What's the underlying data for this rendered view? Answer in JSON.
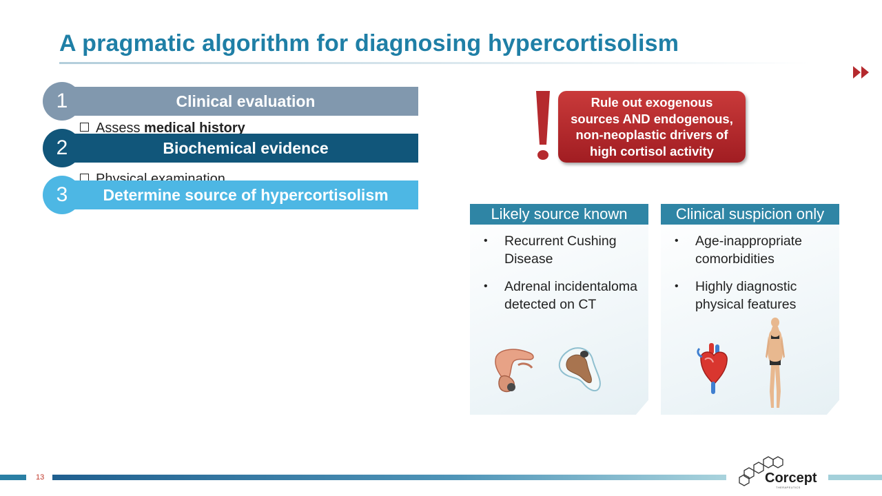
{
  "slide": {
    "title": "A pragmatic algorithm for diagnosing hypercortisolism",
    "page_number": "13"
  },
  "steps": [
    {
      "number": "1",
      "label": "Clinical evaluation",
      "color": "#8198ae"
    },
    {
      "number": "2",
      "label": "Biochemical evidence",
      "color": "#11567a"
    },
    {
      "number": "3",
      "label": "Determine source of hypercortisolism",
      "color": "#4db7e4"
    }
  ],
  "step_details": {
    "assess_prefix": "Assess ",
    "assess_bold": "medical history",
    "physical": "Physical examination"
  },
  "alert": {
    "lines": [
      "Rule out exogenous",
      "sources AND endogenous,",
      "non-neoplastic drivers of",
      "high cortisol activity"
    ],
    "color": "#b52a2e"
  },
  "cards": [
    {
      "title": "Likely source known",
      "items": [
        "Recurrent Cushing Disease",
        "Adrenal incidentaloma detected on CT"
      ],
      "icons": [
        "adrenal-gland",
        "pituitary-ct"
      ]
    },
    {
      "title": "Clinical suspicion only",
      "items": [
        "Age-inappropriate comorbidities",
        "Highly diagnostic physical features"
      ],
      "icons": [
        "heart",
        "body-figure"
      ]
    }
  ],
  "logo": {
    "name": "Corcept",
    "sub": "THERAPEUTICS"
  },
  "colors": {
    "title": "#1f7fa6",
    "card_header": "#2f85a5",
    "accent_red": "#b52a2e"
  }
}
